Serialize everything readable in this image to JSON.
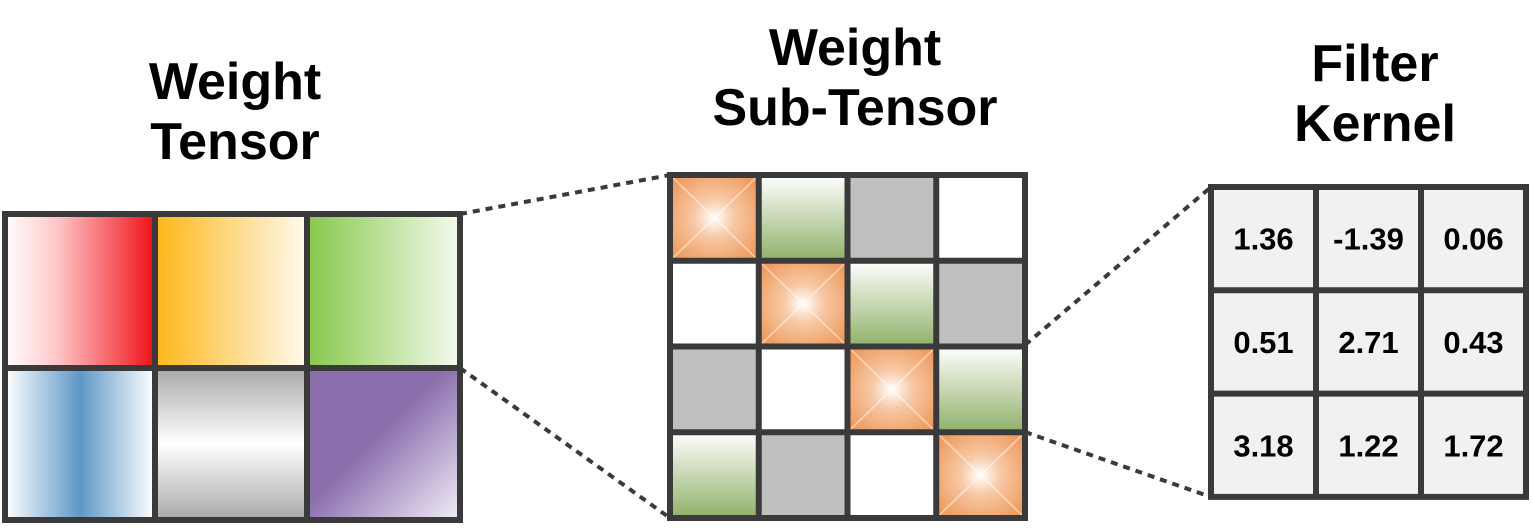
{
  "titles": {
    "weight_tensor": [
      "Weight",
      "Tensor"
    ],
    "sub_tensor": [
      "Weight",
      "Sub-Tensor"
    ],
    "filter_kernel": [
      "Filter",
      "Kernel"
    ]
  },
  "kernel_values": [
    [
      "1.36",
      "-1.39",
      "0.06"
    ],
    [
      "0.51",
      "2.71",
      "0.43"
    ],
    [
      "3.18",
      "1.22",
      "1.72"
    ]
  ],
  "colors": {
    "grid_stroke": "#3a3a3a",
    "orange": "#f0a270",
    "green": "#8fb068",
    "gray": "#c0c0c0",
    "kernel_fill": "#f1f1f1"
  },
  "weight_tensor_cells": [
    "red",
    "yellow",
    "green",
    "blue",
    "silver",
    "purple"
  ],
  "sub_tensor_cells": [
    [
      "orange",
      "green",
      "gray",
      "white"
    ],
    [
      "white",
      "orange",
      "green",
      "gray"
    ],
    [
      "gray",
      "white",
      "orange",
      "green"
    ],
    [
      "green",
      "gray",
      "white",
      "orange"
    ]
  ]
}
